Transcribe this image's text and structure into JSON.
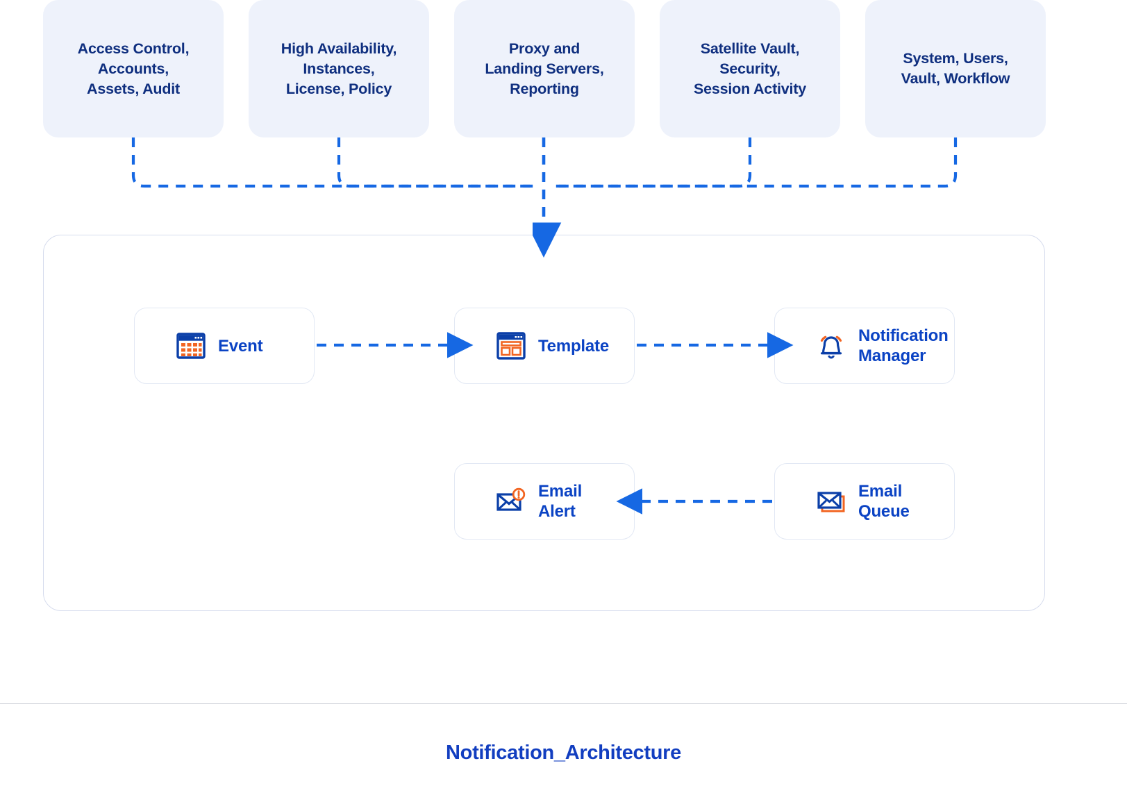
{
  "figure": {
    "title": "Notification_Architecture",
    "colors": {
      "brand_blue": "#123ec0",
      "deep_navy": "#0f2f7f",
      "accent_orange": "#f26522",
      "source_box_fill": "#eef2fb",
      "card_border": "#e2e8f4",
      "panel_border": "#d6dced",
      "connector_blue": "#1668e3",
      "background": "#ffffff"
    }
  },
  "sources": {
    "items": [
      {
        "label": "Access Control,\nAccounts,\nAssets, Audit",
        "name": "access-control-accounts-assets-audit"
      },
      {
        "label": "High Availability,\nInstances,\nLicense, Policy",
        "name": "high-availability-instances-license-policy"
      },
      {
        "label": "Proxy and\nLanding Servers,\nReporting",
        "name": "proxy-landing-servers-reporting"
      },
      {
        "label": "Satellite Vault,\nSecurity,\nSession Activity",
        "name": "satellite-vault-security-session-activity"
      },
      {
        "label": "System, Users,\nVault, Workflow",
        "name": "system-users-vault-workflow"
      }
    ]
  },
  "pipeline": {
    "nodes": [
      {
        "label": "Event",
        "icon": "calendar-grid-icon"
      },
      {
        "label": "Template",
        "icon": "browser-layout-icon"
      },
      {
        "label": "Notification\nManager",
        "icon": "bell-ringing-icon"
      },
      {
        "label": "Email\nAlert",
        "icon": "envelope-alert-icon"
      },
      {
        "label": "Email\nQueue",
        "icon": "envelope-stack-icon"
      }
    ],
    "flows": [
      {
        "from": "Event",
        "to": "Template",
        "style": "dashed",
        "direction": "right"
      },
      {
        "from": "Template",
        "to": "Notification Manager",
        "style": "dashed",
        "direction": "right"
      },
      {
        "from": "Email Queue",
        "to": "Email Alert",
        "style": "dashed",
        "direction": "left"
      },
      {
        "from": "Sources bus",
        "to": "Notification pipeline",
        "style": "dashed",
        "direction": "down"
      }
    ]
  }
}
